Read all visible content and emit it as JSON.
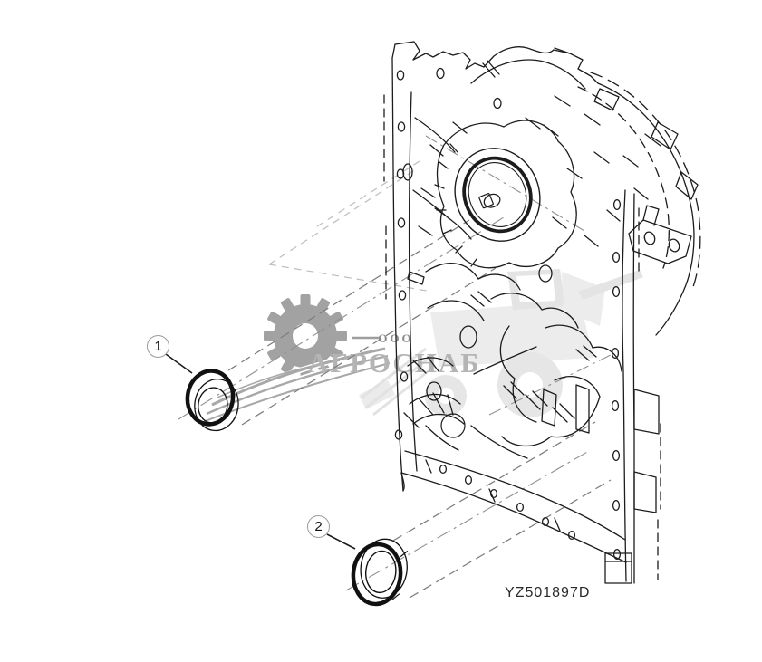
{
  "diagram": {
    "figure_code": "YZ501897D",
    "callouts": [
      {
        "number": "1"
      },
      {
        "number": "2"
      }
    ]
  },
  "watermark": {
    "org_form": "ООО",
    "company": "АГРОСНАБ"
  },
  "colors": {
    "background": "#ffffff",
    "line_art": "#1c1c1c",
    "projection_lines": "#7d7d7d",
    "callout_circle": "#9b9b9b",
    "watermark_text_dark": "#8c8c8c",
    "watermark_text_light": "#b4b4b4",
    "watermark_gear": "#a2a2a2",
    "watermark_tractor": "#e4e4e4"
  }
}
